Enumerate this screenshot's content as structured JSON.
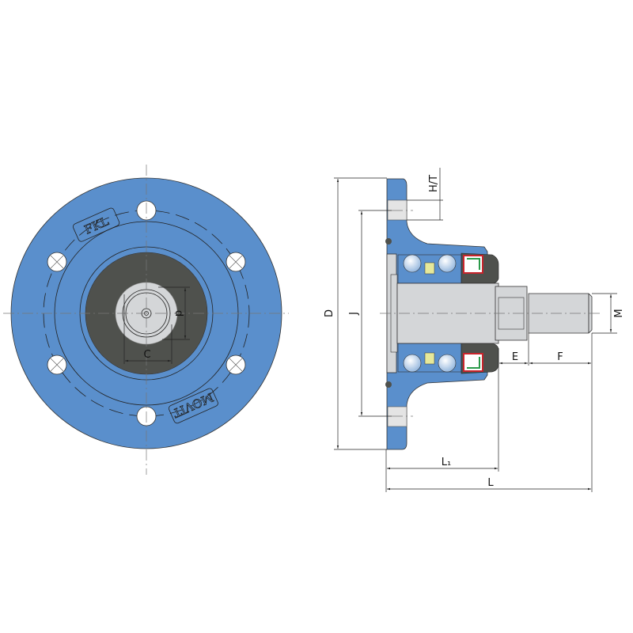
{
  "colors": {
    "housing": "#5a8fcc",
    "dark_insert": "#4f514d",
    "shaft": "#d4d6d8",
    "seal_red": "#c8242c",
    "seal_green": "#2a9a4a"
  },
  "front_view": {
    "logo_top": "FKL",
    "logo_bottom": "MOVIT",
    "dim_c": "C",
    "dim_d": "d"
  },
  "side_view": {
    "dim_D": "D",
    "dim_J": "J",
    "dim_HT": "H/T",
    "dim_M": "M",
    "dim_E": "E",
    "dim_F": "F",
    "dim_L1": "L₁",
    "dim_L": "L"
  }
}
